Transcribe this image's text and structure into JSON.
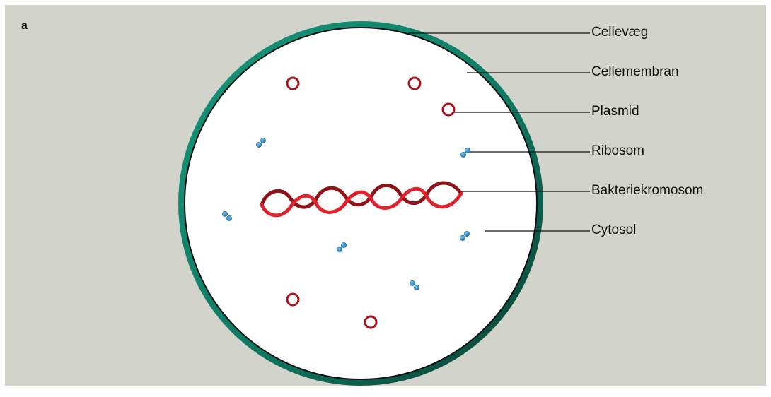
{
  "panel_letter": "a",
  "labels": {
    "cellevaeg": "Cellevæg",
    "cellemembran": "Cellemembran",
    "plasmid": "Plasmid",
    "ribosom": "Ribosom",
    "bakteriekromosom": "Bakteriekromosom",
    "cytosol": "Cytosol"
  },
  "colors": {
    "background": "#d2d4cc",
    "cell_wall": "#0f8068",
    "cytoplasm": "#ffffff",
    "plasmid": "#a8141e",
    "chromosome": "#d4202c",
    "ribosome": "#1a8fd0"
  }
}
